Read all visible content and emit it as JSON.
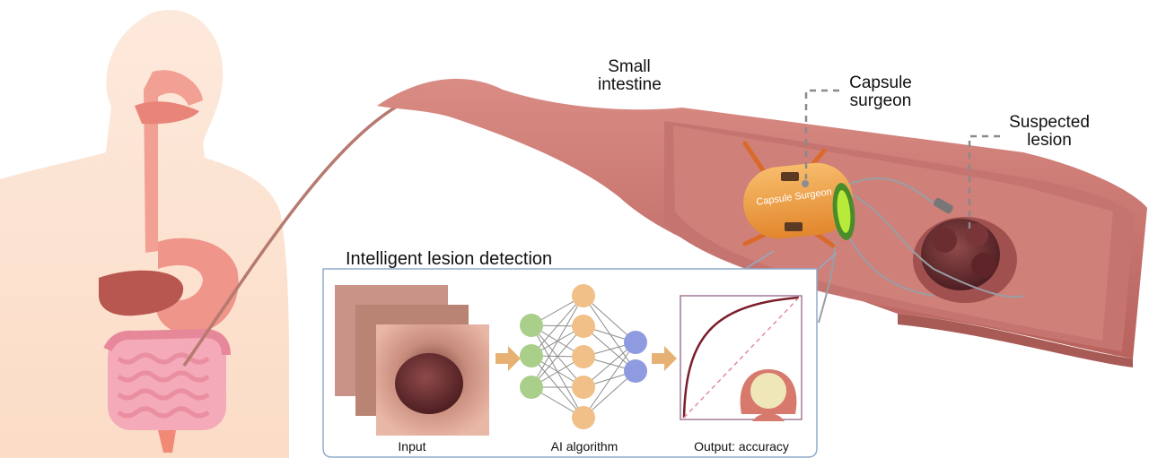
{
  "labels": {
    "small_intestine": [
      "Small",
      "intestine"
    ],
    "capsule_surgeon": [
      "Capsule",
      "surgeon"
    ],
    "suspected_lesion": [
      "Suspected",
      "lesion"
    ],
    "capsule_body_text": "Capsule Surgeon"
  },
  "panel": {
    "title": "Intelligent lesion detection",
    "steps": [
      "Input",
      "AI algorithm",
      "Output: accuracy"
    ]
  },
  "colors": {
    "skin": "#fbe3d2",
    "organ": "#f09b8e",
    "tissue": "#c97570",
    "capsule": "#f0a046",
    "panel_border": "#8faccc",
    "arrow": "#e7b174",
    "node_green": "#a9cf8a",
    "node_orange": "#f0c088",
    "node_blue": "#8e9be0"
  }
}
